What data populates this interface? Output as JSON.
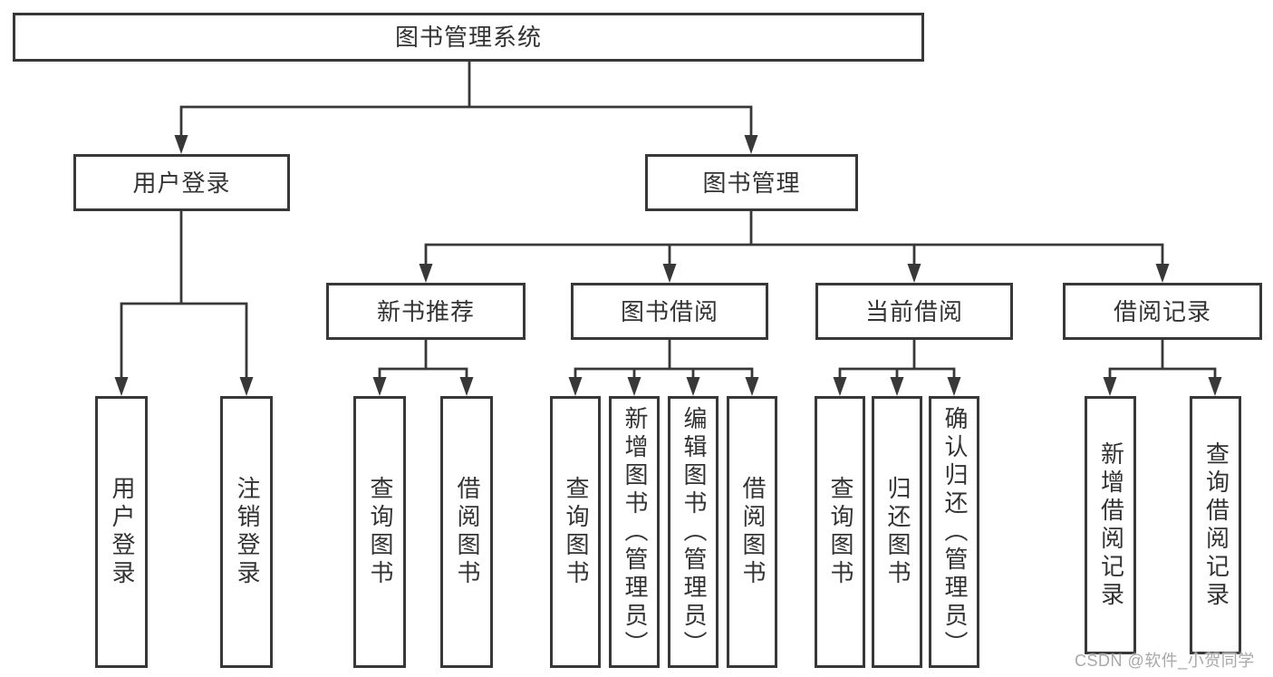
{
  "diagram": {
    "root": {
      "label": "图书管理系统"
    },
    "level2": [
      {
        "label": "用户登录"
      },
      {
        "label": "图书管理"
      }
    ],
    "level3": [
      {
        "label": "新书推荐"
      },
      {
        "label": "图书借阅"
      },
      {
        "label": "当前借阅"
      },
      {
        "label": "借阅记录"
      }
    ],
    "leaves": {
      "user_login": [
        {
          "label": "用户登录"
        },
        {
          "label": "注销登录"
        }
      ],
      "new_book_recommend": [
        {
          "label": "查询图书"
        },
        {
          "label": "借阅图书"
        }
      ],
      "book_borrow": [
        {
          "label": "查询图书"
        },
        {
          "label": "新增图书（管理员）"
        },
        {
          "label": "编辑图书（管理员）"
        },
        {
          "label": "借阅图书"
        }
      ],
      "current_borrow": [
        {
          "label": "查询图书"
        },
        {
          "label": "归还图书"
        },
        {
          "label": "确认归还（管理员）"
        }
      ],
      "borrow_record": [
        {
          "label": "新增借阅记录"
        },
        {
          "label": "查询借阅记录"
        }
      ]
    }
  },
  "watermark": {
    "text": "CSDN @软件_小贺同学"
  },
  "colors": {
    "line": "#383838",
    "text": "#333333",
    "box_bg": "#ffffff",
    "background": "#ffffff",
    "watermark": "#a8a8a8"
  }
}
